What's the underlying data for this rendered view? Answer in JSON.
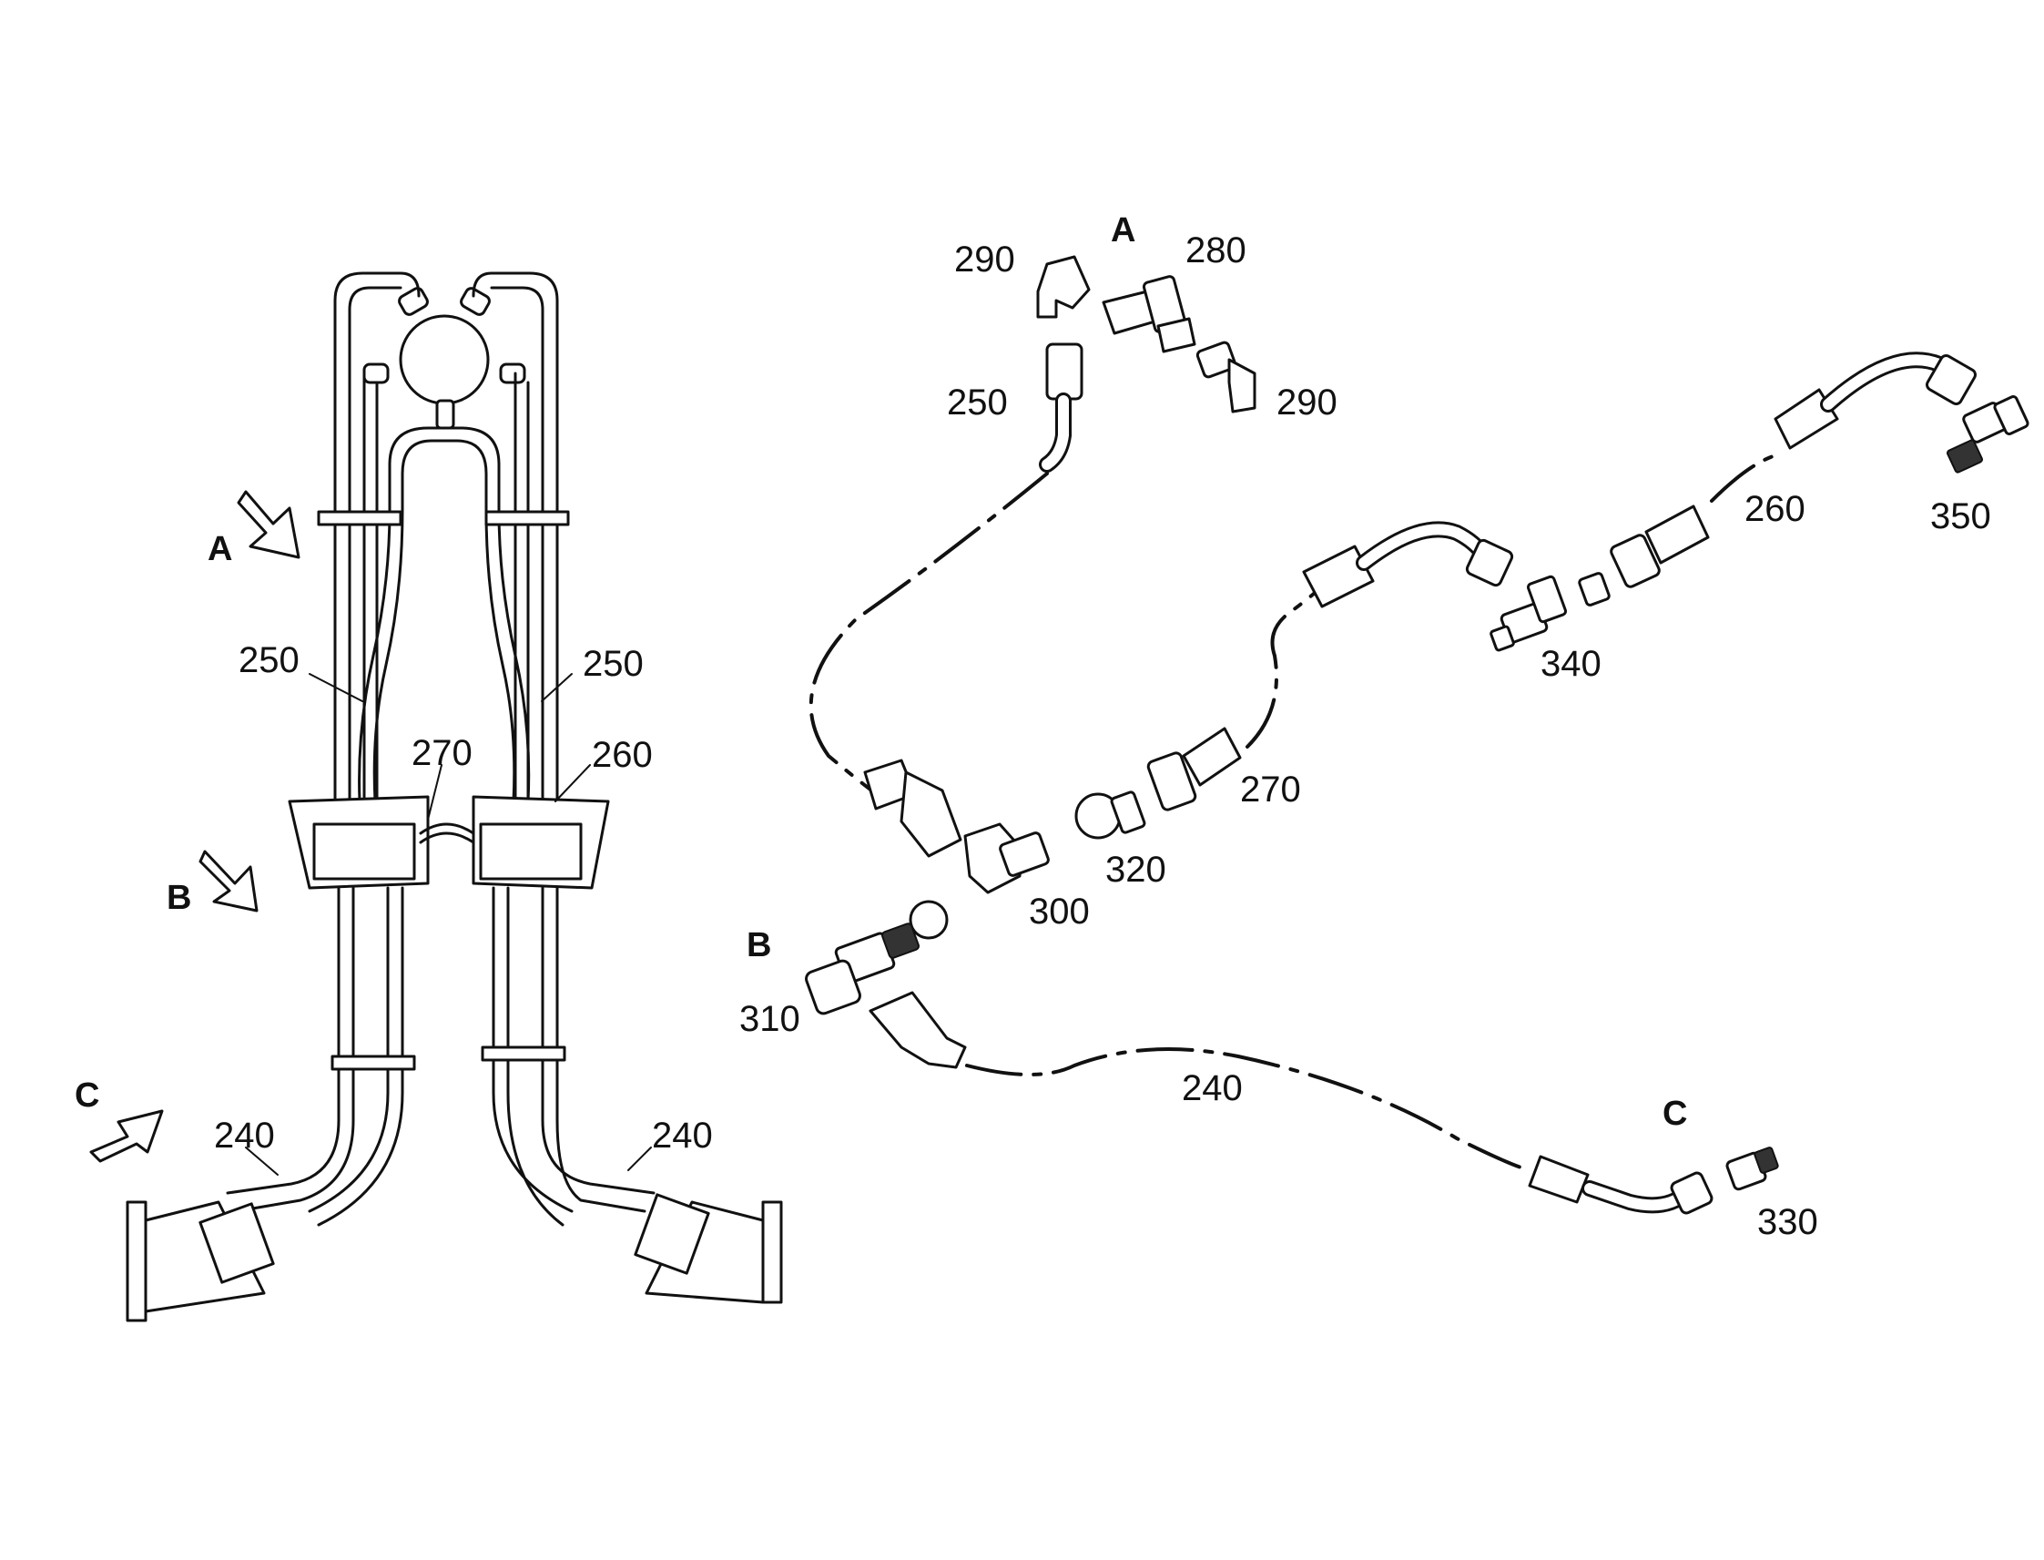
{
  "view_letters": {
    "a": "A",
    "b": "B",
    "c": "C"
  },
  "assembly_labels": {
    "hose_250_left": "250",
    "hose_250_right": "250",
    "hose_270": "270",
    "hose_260": "260",
    "hose_240_left": "240",
    "hose_240_right": "240"
  },
  "exploded_labels": {
    "p290a": "290",
    "p280": "280",
    "p290b": "290",
    "p250": "250",
    "p260": "260",
    "p350": "350",
    "p340": "340",
    "p270": "270",
    "p320": "320",
    "p300": "300",
    "p310": "310",
    "p240": "240",
    "p330": "330"
  },
  "colors": {
    "line": "#111111",
    "background": "#ffffff"
  }
}
